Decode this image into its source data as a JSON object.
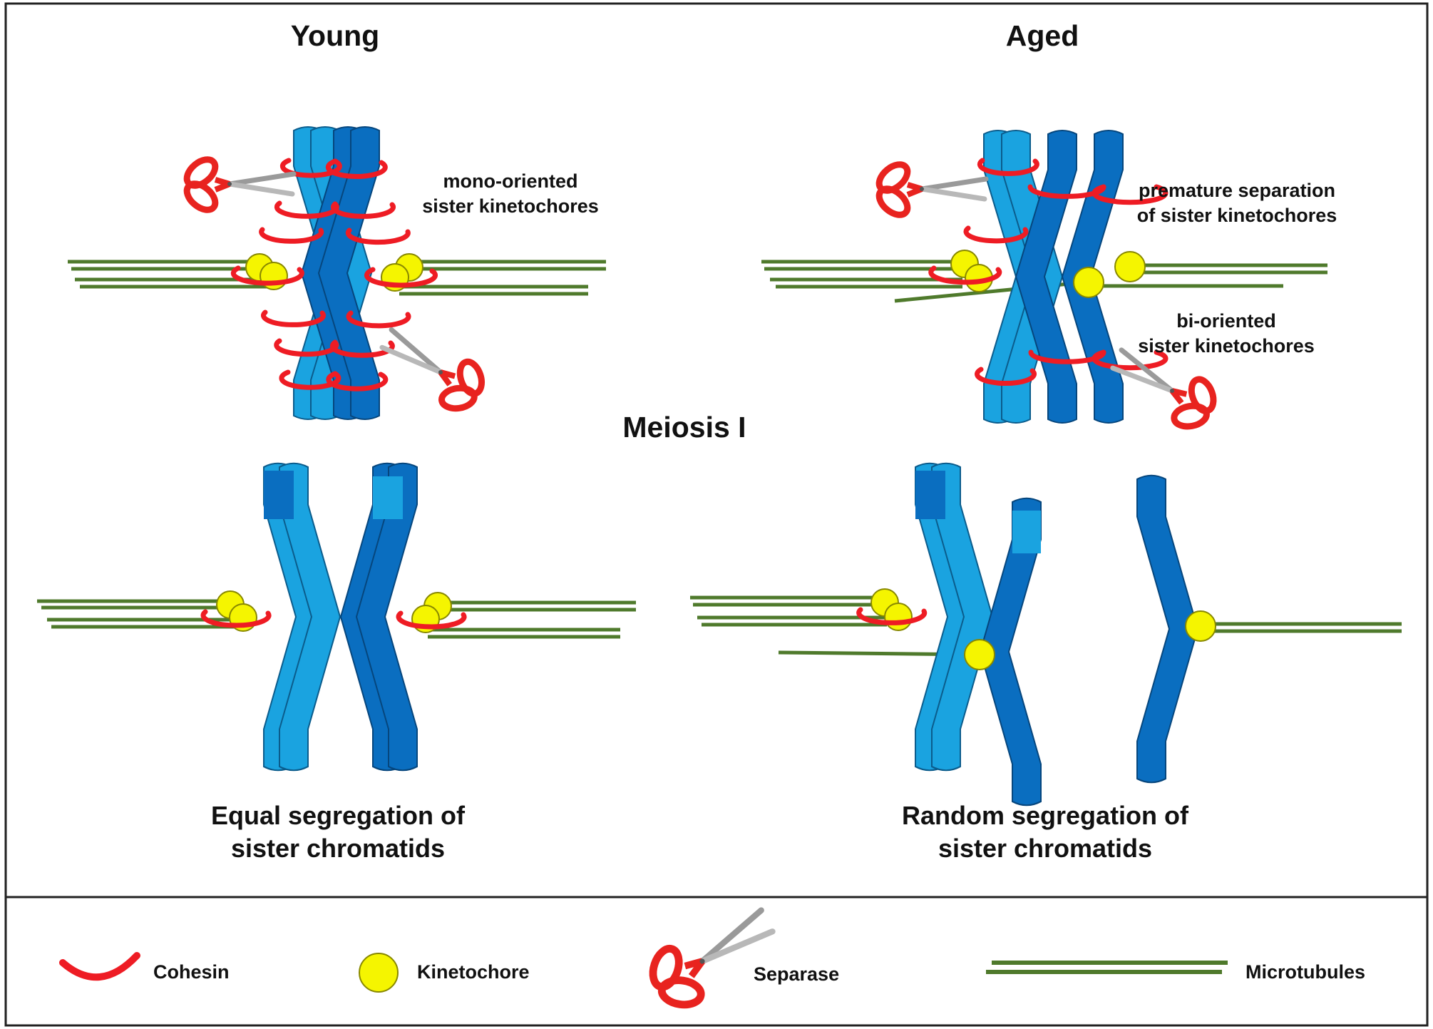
{
  "headers": {
    "young": "Young",
    "aged": "Aged",
    "center": "Meiosis I"
  },
  "annotations": {
    "mono_line1": "mono-oriented",
    "mono_line2": "sister kinetochores",
    "premature_line1": "premature separation",
    "premature_line2": "of sister kinetochores",
    "bi_line1": "bi-oriented",
    "bi_line2": "sister kinetochores"
  },
  "captions": {
    "young_line1": "Equal segregation of",
    "young_line2": "sister chromatids",
    "aged_line1": "Random segregation of",
    "aged_line2": "sister chromatids"
  },
  "legend": {
    "cohesin": "Cohesin",
    "kinetochore": "Kinetochore",
    "separase": "Separase",
    "microtubules": "Microtubules"
  },
  "colors": {
    "chromatid_light": "#1aa3e0",
    "chromatid_dark": "#0a6ec0",
    "cohesin": "#ee1c24",
    "kinetochore": "#f5f500",
    "microtubule": "#4f7a2c",
    "border": "#222222"
  }
}
